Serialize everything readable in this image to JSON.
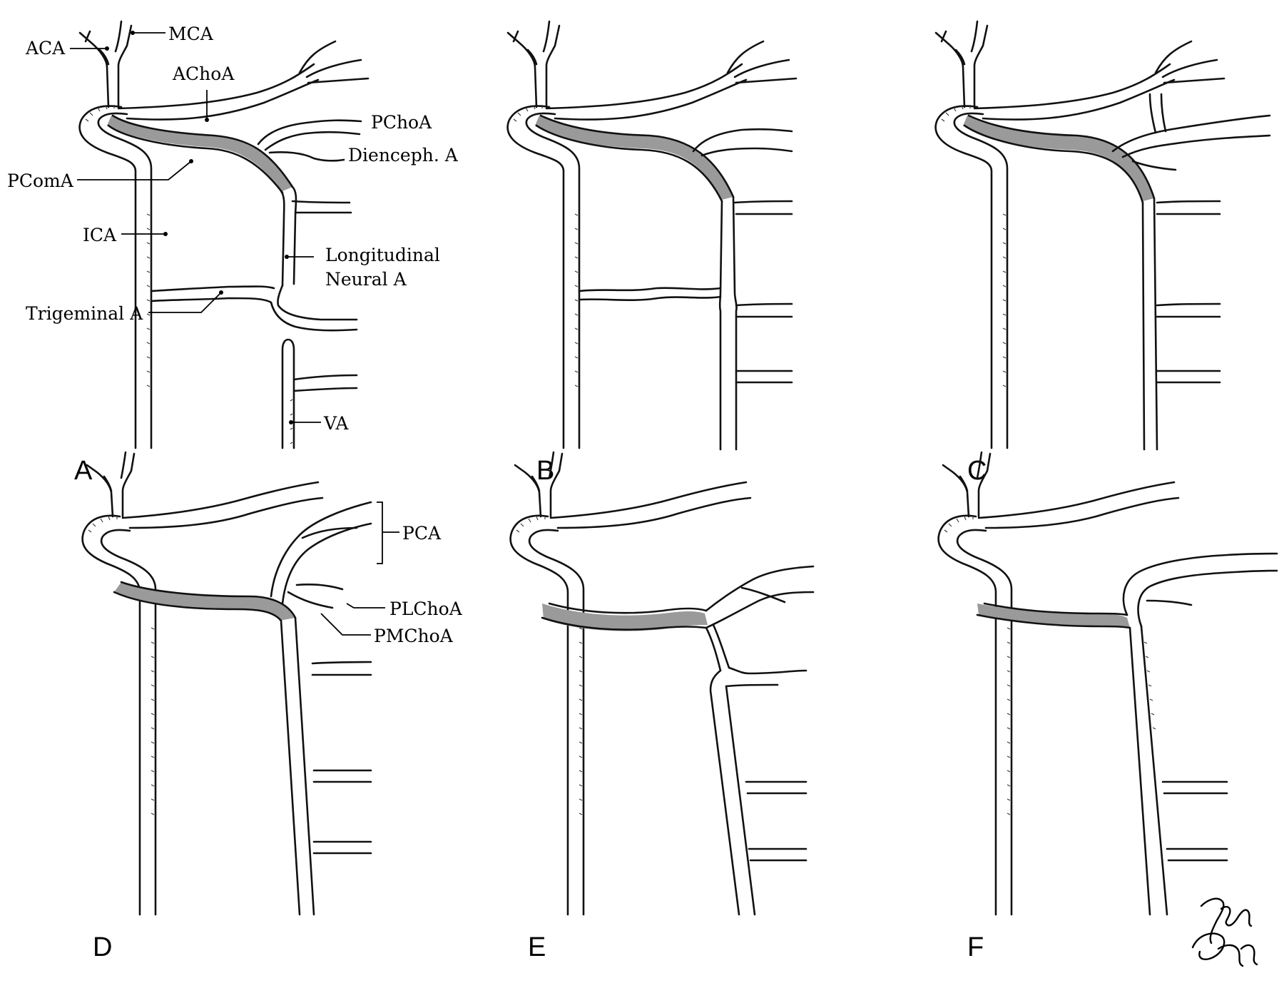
{
  "panels": [
    {
      "letter": "A"
    },
    {
      "letter": "B"
    },
    {
      "letter": "C"
    },
    {
      "letter": "D"
    },
    {
      "letter": "E"
    },
    {
      "letter": "F"
    }
  ],
  "labels_a": {
    "aca": "ACA",
    "mca": "MCA",
    "achoa": "AChoA",
    "pchoa": "PChoA",
    "diencephalic": "Dienceph. A",
    "pcoma": "PComA",
    "ica": "ICA",
    "longitudinal_1": "Longitudinal",
    "longitudinal_2": "Neural A",
    "trigeminal": "Trigeminal A",
    "va": "VA"
  },
  "labels_d": {
    "pca": "PCA",
    "plchoa": "PLChoA",
    "pmchoa": "PMChoA"
  },
  "colors": {
    "line": "#111111",
    "shade": "#9a9a9a",
    "background": "#ffffff"
  }
}
